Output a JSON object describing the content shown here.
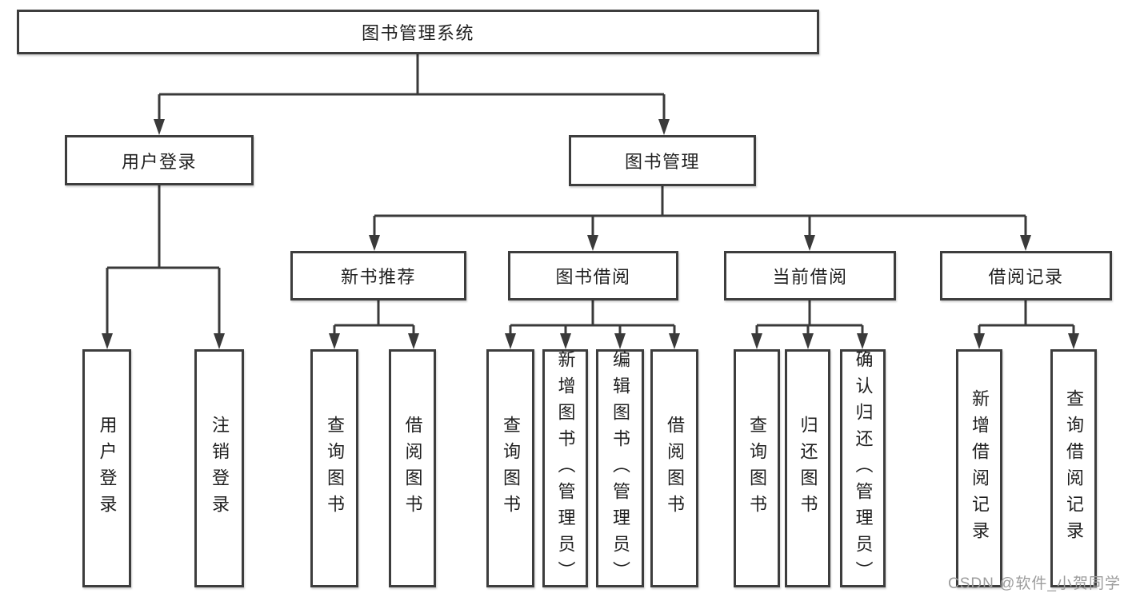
{
  "diagram": {
    "nodes": {
      "root": "图书管理系统",
      "user_login": "用户登录",
      "book_mgmt": "图书管理",
      "new_books": "新书推荐",
      "book_borrow": "图书借阅",
      "current_borrow": "当前借阅",
      "borrow_records": "借阅记录",
      "user_login_children": [
        "用户登录",
        "注销登录"
      ],
      "new_books_children": [
        "查询图书",
        "借阅图书"
      ],
      "book_borrow_children": [
        "查询图书",
        "新增图书（管理员）",
        "编辑图书（管理员）",
        "借阅图书"
      ],
      "current_borrow_children": [
        "查询图书",
        "归还图书",
        "确认归还（管理员）"
      ],
      "borrow_records_children": [
        "新增借阅记录",
        "查询借阅记录"
      ]
    },
    "watermark": "CSDN @软件_小贺同学",
    "colors": {
      "box_border": "#3d3d3d",
      "connector_line": "#3a3a3a",
      "text": "#1f1f1f",
      "watermark_text": "#9c9c9c",
      "background": "#ffffff"
    }
  }
}
